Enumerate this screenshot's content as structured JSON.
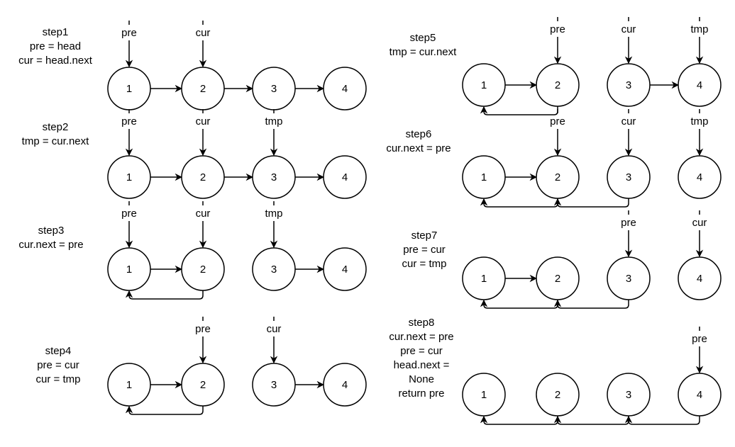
{
  "steps": [
    {
      "caption": [
        "step1",
        "pre = head",
        "cur = head.next"
      ],
      "nodes": [
        "1",
        "2",
        "3",
        "4"
      ],
      "forward": [
        [
          0,
          1
        ],
        [
          1,
          2
        ],
        [
          2,
          3
        ]
      ],
      "back": [],
      "pointers": [
        {
          "label": "pre",
          "node": 0
        },
        {
          "label": "cur",
          "node": 1
        }
      ]
    },
    {
      "caption": [
        "step2",
        "tmp = cur.next"
      ],
      "nodes": [
        "1",
        "2",
        "3",
        "4"
      ],
      "forward": [
        [
          0,
          1
        ],
        [
          1,
          2
        ],
        [
          2,
          3
        ]
      ],
      "back": [],
      "pointers": [
        {
          "label": "pre",
          "node": 0
        },
        {
          "label": "cur",
          "node": 1
        },
        {
          "label": "tmp",
          "node": 2
        }
      ]
    },
    {
      "caption": [
        "step3",
        "cur.next = pre"
      ],
      "nodes": [
        "1",
        "2",
        "3",
        "4"
      ],
      "forward": [
        [
          0,
          1
        ],
        [
          2,
          3
        ]
      ],
      "back": [
        [
          1,
          0
        ]
      ],
      "pointers": [
        {
          "label": "pre",
          "node": 0
        },
        {
          "label": "cur",
          "node": 1
        },
        {
          "label": "tmp",
          "node": 2
        }
      ]
    },
    {
      "caption": [
        "step4",
        "pre = cur",
        "cur = tmp"
      ],
      "nodes": [
        "1",
        "2",
        "3",
        "4"
      ],
      "forward": [
        [
          0,
          1
        ],
        [
          2,
          3
        ]
      ],
      "back": [
        [
          1,
          0
        ]
      ],
      "pointers": [
        {
          "label": "pre",
          "node": 1
        },
        {
          "label": "cur",
          "node": 2
        }
      ]
    },
    {
      "caption": [
        "step5",
        "tmp = cur.next"
      ],
      "nodes": [
        "1",
        "2",
        "3",
        "4"
      ],
      "forward": [
        [
          0,
          1
        ],
        [
          2,
          3
        ]
      ],
      "back": [
        [
          1,
          0
        ]
      ],
      "pointers": [
        {
          "label": "pre",
          "node": 1
        },
        {
          "label": "cur",
          "node": 2
        },
        {
          "label": "tmp",
          "node": 3
        }
      ]
    },
    {
      "caption": [
        "step6",
        "cur.next = pre"
      ],
      "nodes": [
        "1",
        "2",
        "3",
        "4"
      ],
      "forward": [
        [
          0,
          1
        ]
      ],
      "back": [
        [
          1,
          0
        ],
        [
          2,
          1
        ]
      ],
      "pointers": [
        {
          "label": "pre",
          "node": 1
        },
        {
          "label": "cur",
          "node": 2
        },
        {
          "label": "tmp",
          "node": 3
        }
      ]
    },
    {
      "caption": [
        "step7",
        "pre = cur",
        "cur = tmp"
      ],
      "nodes": [
        "1",
        "2",
        "3",
        "4"
      ],
      "forward": [
        [
          0,
          1
        ]
      ],
      "back": [
        [
          1,
          0
        ],
        [
          2,
          1
        ]
      ],
      "pointers": [
        {
          "label": "pre",
          "node": 2
        },
        {
          "label": "cur",
          "node": 3
        }
      ]
    },
    {
      "caption": [
        "step8",
        "cur.next = pre",
        "pre = cur",
        "head.next =",
        "None",
        "return pre"
      ],
      "nodes": [
        "1",
        "2",
        "3",
        "4"
      ],
      "forward": [],
      "back": [
        [
          1,
          0
        ],
        [
          2,
          1
        ],
        [
          3,
          2
        ]
      ],
      "pointers": [
        {
          "label": "pre",
          "node": 3
        }
      ]
    }
  ]
}
